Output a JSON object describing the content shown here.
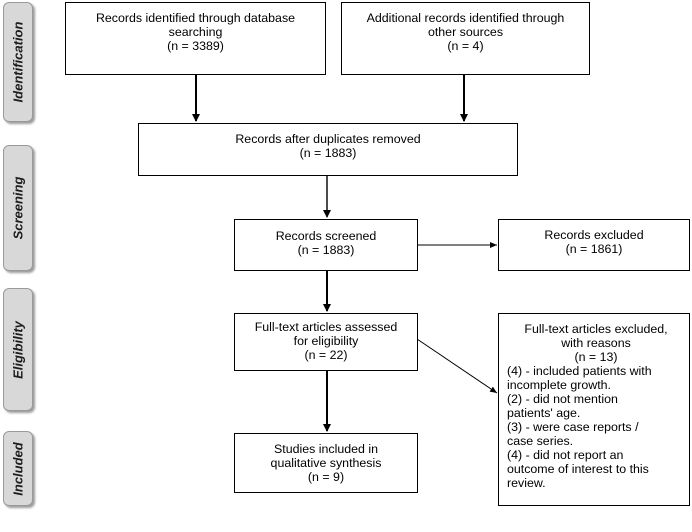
{
  "phases": {
    "identification": "Identification",
    "screening": "Screening",
    "eligibility": "Eligibility",
    "included": "Included"
  },
  "boxes": {
    "database": [
      "Records identified through database",
      "searching",
      "(n = 3389)"
    ],
    "other_sources": [
      "Additional records identified through",
      "other sources",
      "(n = 4)"
    ],
    "duplicates_removed": [
      "Records after duplicates removed",
      "(n = 1883)"
    ],
    "screened": [
      "Records screened",
      "(n = 1883)"
    ],
    "excluded": [
      "Records excluded",
      "(n = 1861)"
    ],
    "fulltext_assessed": [
      "Full-text articles assessed",
      "for eligibility",
      "(n = 22)"
    ],
    "fulltext_excluded": {
      "header": [
        "Full-text articles excluded,",
        "with reasons",
        "(n = 13)"
      ],
      "reasons": [
        "(4) - included patients with",
        "incomplete growth.",
        "(2) - did not mention",
        "patients' age.",
        "(3) - were case reports /",
        "case series.",
        "(4) - did not report an",
        "outcome of interest to this",
        "review."
      ]
    },
    "included_studies": [
      "Studies included in",
      "qualitative synthesis",
      "(n = 9)"
    ]
  }
}
